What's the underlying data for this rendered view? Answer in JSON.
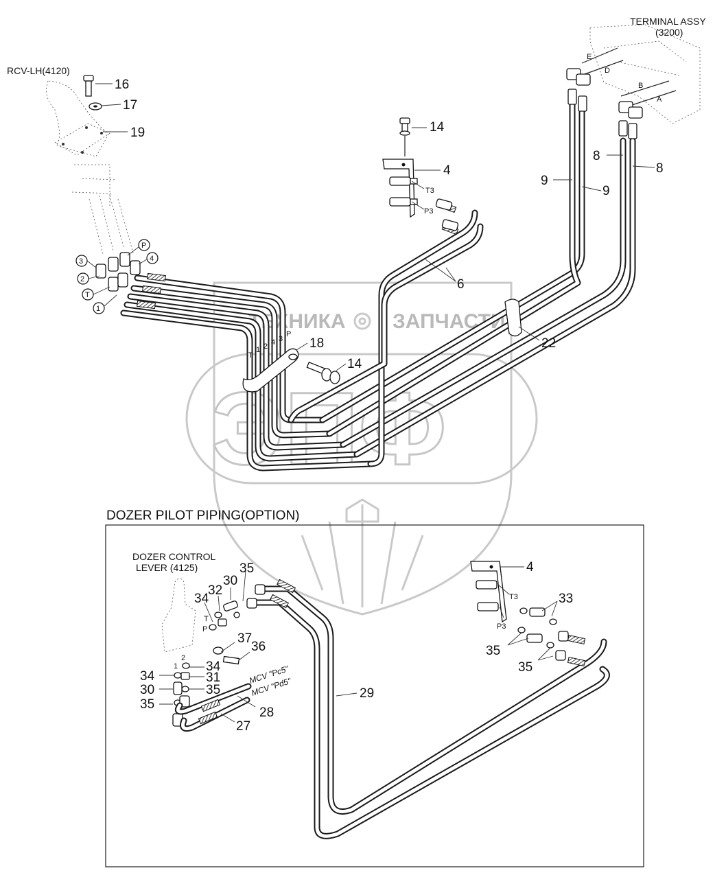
{
  "top_labels": {
    "rcv_lh": "RCV-LH(4120)",
    "terminal_assy_line1": "TERMINAL ASSY",
    "terminal_assy_line2": "(3200)"
  },
  "terminal_ports": [
    "E",
    "D",
    "B",
    "A"
  ],
  "bracket_ports": {
    "t3": "T3",
    "p3": "P3"
  },
  "circled_ports": [
    "3",
    "P",
    "4",
    "2",
    "T",
    "1"
  ],
  "pipe_markers": [
    "T",
    "1",
    "2",
    "4",
    "3",
    "P"
  ],
  "part_numbers_main": [
    "16",
    "17",
    "19",
    "14",
    "4",
    "9",
    "9",
    "8",
    "8",
    "6",
    "18",
    "14",
    "22"
  ],
  "watermark": {
    "left_word": "ТЕХНИКА",
    "right_word": "ЗАПЧАСТИ",
    "logo_letters": "ЭПФ"
  },
  "dozer": {
    "title": "DOZER PILOT PIPING(OPTION)",
    "lever_line1": "DOZER CONTROL",
    "lever_line2": "LEVER (4125)",
    "lever_ports": [
      "T",
      "P",
      "1",
      "2"
    ],
    "bracket_ports": {
      "t3": "T3",
      "p3": "P3"
    },
    "mcv_pc5": "MCV \"Pc5\"",
    "mcv_pd5": "MCV \"Pd5\"",
    "part_numbers": [
      "35",
      "30",
      "32",
      "34",
      "4",
      "33",
      "37",
      "36",
      "35",
      "34",
      "31",
      "34",
      "35",
      "30",
      "35",
      "35",
      "28",
      "27",
      "29"
    ]
  }
}
